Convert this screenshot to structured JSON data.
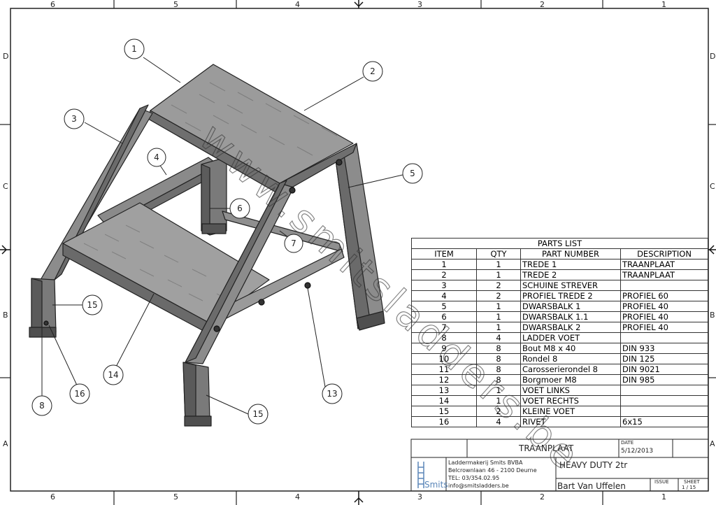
{
  "zones": {
    "columns": [
      "6",
      "5",
      "4",
      "3",
      "2",
      "1"
    ],
    "rows": [
      "D",
      "C",
      "B",
      "A"
    ]
  },
  "balloons": [
    "1",
    "2",
    "3",
    "4",
    "5",
    "6",
    "7",
    "8",
    "13",
    "14",
    "15",
    "15",
    "16"
  ],
  "watermark": "www.smitsladders.be",
  "parts_list": {
    "title": "PARTS LIST",
    "headers": [
      "ITEM",
      "QTY",
      "PART NUMBER",
      "DESCRIPTION"
    ],
    "rows": [
      [
        "1",
        "1",
        "TREDE 1",
        "TRAANPLAAT"
      ],
      [
        "2",
        "1",
        "TREDE 2",
        "TRAANPLAAT"
      ],
      [
        "3",
        "2",
        "SCHUINE STREVER",
        ""
      ],
      [
        "4",
        "2",
        "PROFIEL TREDE 2",
        "PROFIEL 60"
      ],
      [
        "5",
        "1",
        "DWARSBALK 1",
        "PROFIEL 40"
      ],
      [
        "6",
        "1",
        "DWARSBALK 1.1",
        "PROFIEL 40"
      ],
      [
        "7",
        "1",
        "DWARSBALK 2",
        "PROFIEL 40"
      ],
      [
        "8",
        "4",
        "LADDER VOET",
        ""
      ],
      [
        "9",
        "8",
        "Bout M8 x 40",
        "DIN 933"
      ],
      [
        "10",
        "8",
        "Rondel 8",
        "DIN 125"
      ],
      [
        "11",
        "8",
        "Carosserierondel 8",
        "DIN 9021"
      ],
      [
        "12",
        "8",
        "Borgmoer M8",
        "DIN 985"
      ],
      [
        "13",
        "1",
        "VOET LINKS",
        ""
      ],
      [
        "14",
        "1",
        "VOET RECHTS",
        ""
      ],
      [
        "15",
        "2",
        "KLEINE VOET",
        ""
      ],
      [
        "16",
        "4",
        "RIVET",
        "6x15"
      ]
    ]
  },
  "title_block": {
    "material": "TRAANPLAAT",
    "date_label": "DATE",
    "date": "5/12/2013",
    "company_name": "Laddermakerij Smits BVBA",
    "company_address": "Belcrownlaan 46 - 2100 Deurne",
    "company_tel": "TEL: 03/354.02.95",
    "company_email": "info@smitsladders.be",
    "logo_text": "Smits",
    "drawing_title": "HEAVY DUTY 2tr",
    "author": "Bart Van Uffelen",
    "issue_label": "ISSUE",
    "sheet_label": "SHEET",
    "sheet_value": "1 / 15"
  }
}
